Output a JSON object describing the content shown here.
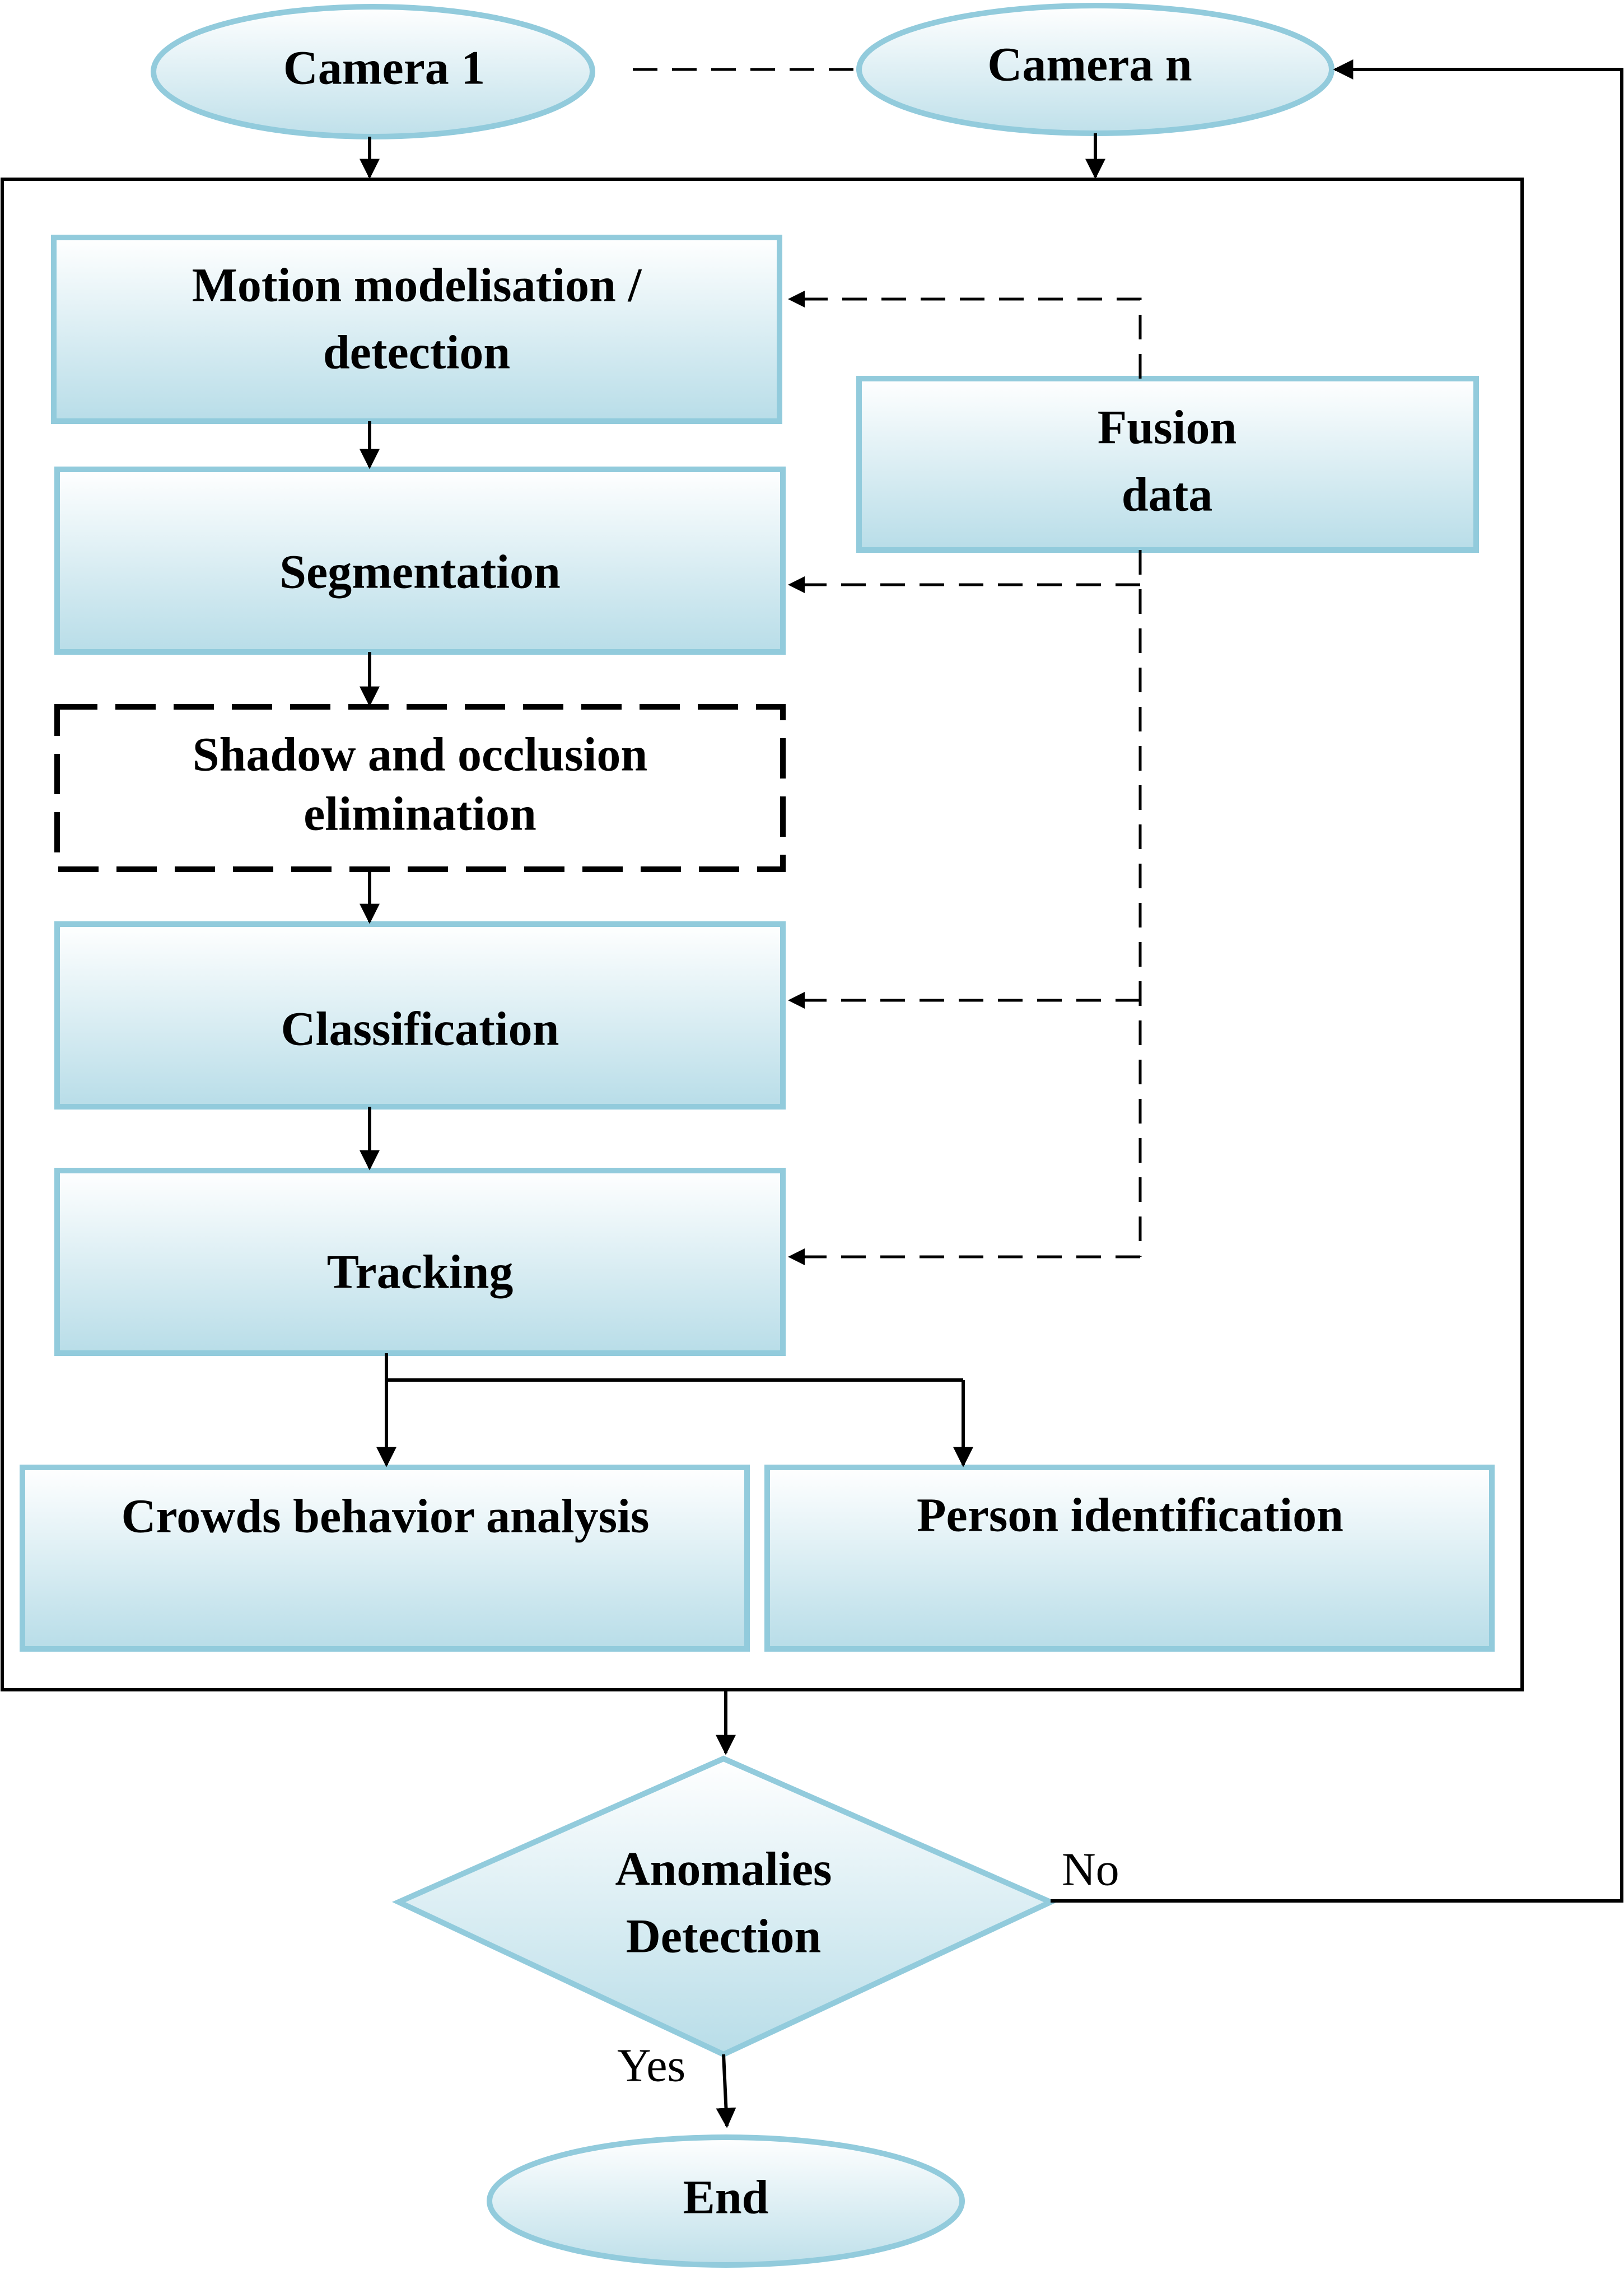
{
  "nodes": {
    "camera1": "Camera 1",
    "camera_n": "Camera n",
    "motion": [
      "Motion modelisation /",
      "detection"
    ],
    "fusion": [
      "Fusion",
      "data"
    ],
    "segmentation": "Segmentation",
    "shadow": [
      "Shadow and occlusion",
      "elimination"
    ],
    "classification": "Classification",
    "tracking": "Tracking",
    "crowds": "Crowds behavior analysis",
    "person": "Person identification",
    "anomalies": [
      "Anomalies",
      "Detection"
    ],
    "end": "End"
  },
  "edges": {
    "no_label": "No",
    "yes_label": "Yes"
  },
  "colors": {
    "box_fill_top": "#ffffff",
    "box_fill_bottom": "#b8dde8",
    "box_border": "#92cbdc",
    "line": "#000000"
  }
}
